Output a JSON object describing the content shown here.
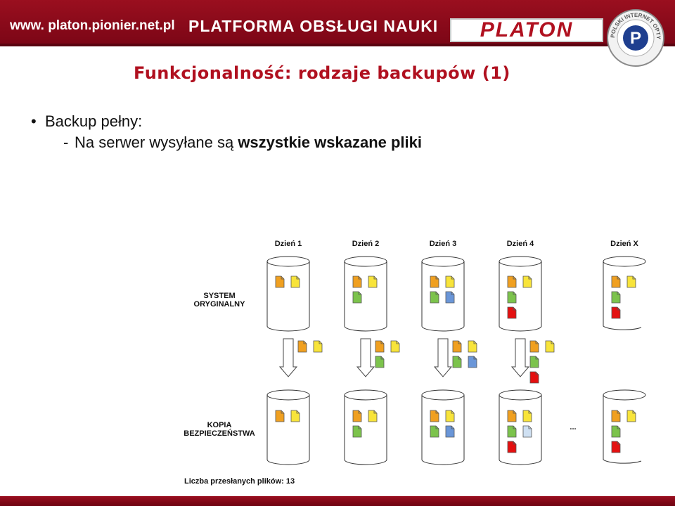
{
  "header": {
    "site_url": "www. platon.pionier.net.pl",
    "platform_name": "PLATFORMA OBSŁUGI NAUKI",
    "brand": "PLATON",
    "seal_text": "POLSKI INTERNET OPTYCZNY",
    "seal_letter": "P",
    "colors": {
      "banner": "#8c0a1a",
      "brand": "#b0101f"
    }
  },
  "slide": {
    "title": "Funkcjonalność: rodzaje backupów (1)",
    "bullet": "Backup pełny:",
    "sub_bullet_prefix": "Na serwer wysyłane są ",
    "sub_bullet_bold": "wszystkie wskazane pliki"
  },
  "diagram": {
    "days": [
      "Dzień 1",
      "Dzień 2",
      "Dzień 3",
      "Dzień 4",
      "Dzień X"
    ],
    "row_labels": {
      "original_line1": "SYSTEM",
      "original_line2": "ORYGINALNY",
      "backup_line1": "KOPIA",
      "backup_line2": "BEZPIECZEŃSTWA"
    },
    "ellipsis": "...",
    "footer_note": "Liczba przesłanych plików: 13",
    "file_colors": {
      "orange": "#f0a020",
      "yellow": "#f8e43a",
      "green": "#7cc34c",
      "blue": "#6a96d8",
      "red": "#e41010",
      "lightblue": "#cfe0f2"
    },
    "original_files": [
      [
        [
          "orange",
          "yellow"
        ]
      ],
      [
        [
          "orange",
          "yellow"
        ],
        [
          "green"
        ]
      ],
      [
        [
          "orange",
          "yellow"
        ],
        [
          "green",
          "blue"
        ]
      ],
      [
        [
          "orange",
          "yellow"
        ],
        [
          "green"
        ],
        [
          "red"
        ]
      ],
      [
        [
          "orange",
          "yellow"
        ],
        [
          "green"
        ],
        [
          "red"
        ]
      ]
    ],
    "transfer_files": [
      [
        [
          "orange",
          "yellow"
        ]
      ],
      [
        [
          "orange",
          "yellow"
        ],
        [
          "green"
        ]
      ],
      [
        [
          "orange",
          "yellow"
        ],
        [
          "green",
          "blue"
        ]
      ],
      [
        [
          "orange",
          "yellow"
        ],
        [
          "green"
        ],
        [
          "red"
        ]
      ]
    ],
    "backup_files": [
      [
        [
          "orange",
          "yellow"
        ]
      ],
      [
        [
          "orange",
          "yellow"
        ],
        [
          "green"
        ]
      ],
      [
        [
          "orange",
          "yellow"
        ],
        [
          "green",
          "blue"
        ]
      ],
      [
        [
          "orange",
          "yellow"
        ],
        [
          "green",
          "lightblue"
        ],
        [
          "red"
        ]
      ],
      [
        [
          "orange",
          "yellow"
        ],
        [
          "green"
        ],
        [
          "red"
        ]
      ]
    ]
  }
}
